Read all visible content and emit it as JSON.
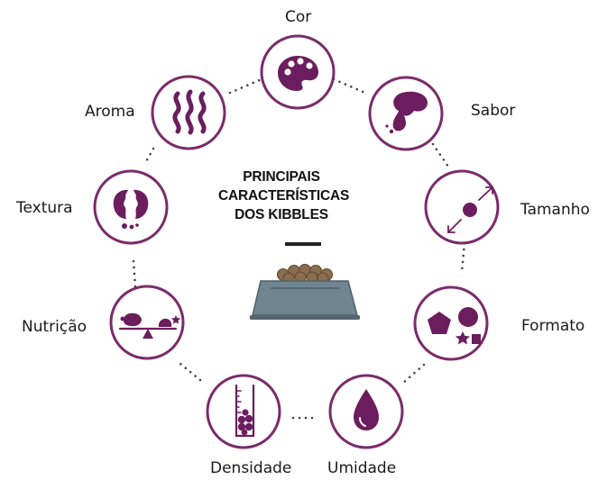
{
  "title": {
    "line1": "PRINCIPAIS",
    "line2": "CARACTERÍSTICAS",
    "line3": "DOS KIBBLES"
  },
  "characteristics": [
    {
      "label": "Cor",
      "icon": "palette-icon"
    },
    {
      "label": "Sabor",
      "icon": "tongue-icon"
    },
    {
      "label": "Tamanho",
      "icon": "size-arrows-icon"
    },
    {
      "label": "Formato",
      "icon": "shapes-icon"
    },
    {
      "label": "Umidade",
      "icon": "droplet-icon"
    },
    {
      "label": "Densidade",
      "icon": "graduated-cylinder-icon"
    },
    {
      "label": "Nutrição",
      "icon": "balance-scale-icon"
    },
    {
      "label": "Textura",
      "icon": "broken-kibble-icon"
    },
    {
      "label": "Aroma",
      "icon": "aroma-waves-icon"
    }
  ],
  "colors": {
    "icon": "#6b1d5e",
    "ring": "#7a2c6b",
    "dots": "#444444",
    "bowl": "#6f8592",
    "kibble": "#8a6d4e"
  }
}
